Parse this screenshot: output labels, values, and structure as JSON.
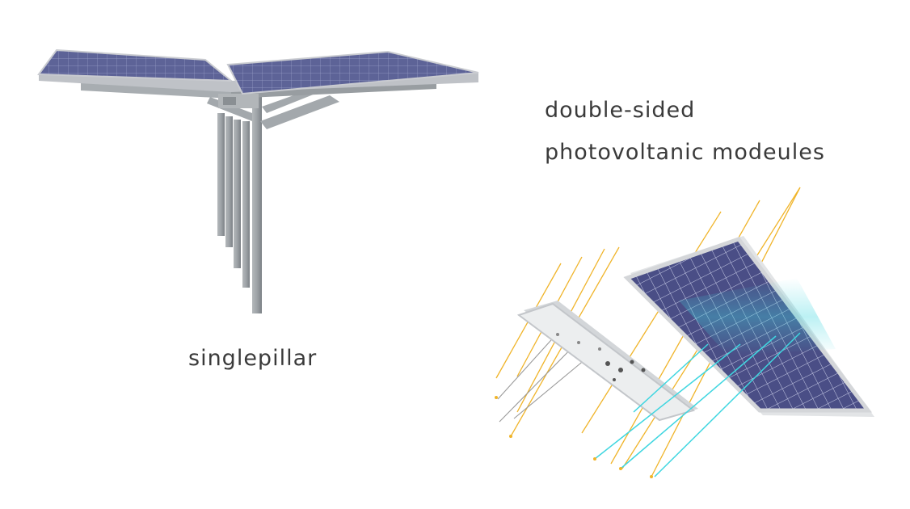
{
  "captions": {
    "pillar": "singlepillar",
    "double_line1": "double-sided",
    "double_line2": "photovoltanic modeules"
  },
  "colors": {
    "background": "#ffffff",
    "text": "#3a3a3a",
    "steel": "#9ea3a7",
    "steel_dark": "#7c8186",
    "panel_cell": "#5d6397",
    "panel_frame": "#c9cbd0",
    "module_back": "#eceeef",
    "sun_ray": "#f0b429",
    "reflected_ray": "#3fd6e0",
    "ground_ray": "#9a9a9a"
  },
  "icons": {
    "carport": "single-pillar-solar-carport-illustration",
    "modules": "bifacial-pv-modules-illustration"
  }
}
